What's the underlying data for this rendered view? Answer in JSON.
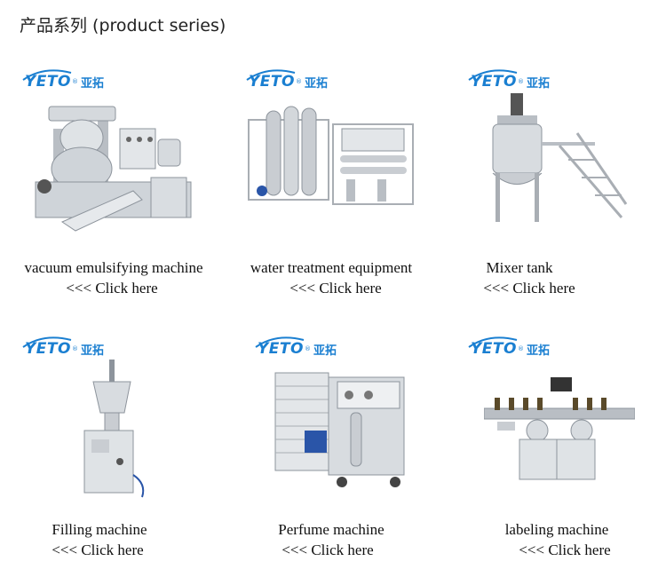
{
  "page": {
    "title": "产品系列 (product series)"
  },
  "brand": {
    "name": "YETO",
    "chinese": "亚拓",
    "reg": "®"
  },
  "products": [
    {
      "name": "vacuum emulsifying machine",
      "link": "<<< Click here"
    },
    {
      "name": "water treatment equipment",
      "link": "<<< Click here"
    },
    {
      "name": "Mixer tank",
      "link": "<<< Click here"
    },
    {
      "name": "Filling machine",
      "link": "<<< Click here"
    },
    {
      "name": "Perfume machine",
      "link": "<<< Click here"
    },
    {
      "name": "labeling machine",
      "link": "<<< Click here"
    }
  ],
  "colors": {
    "brand_blue": "#1a7fd1",
    "steel": "#c9cdd2",
    "steel_dark": "#8d949c",
    "motor_blue": "#2a55a8"
  }
}
